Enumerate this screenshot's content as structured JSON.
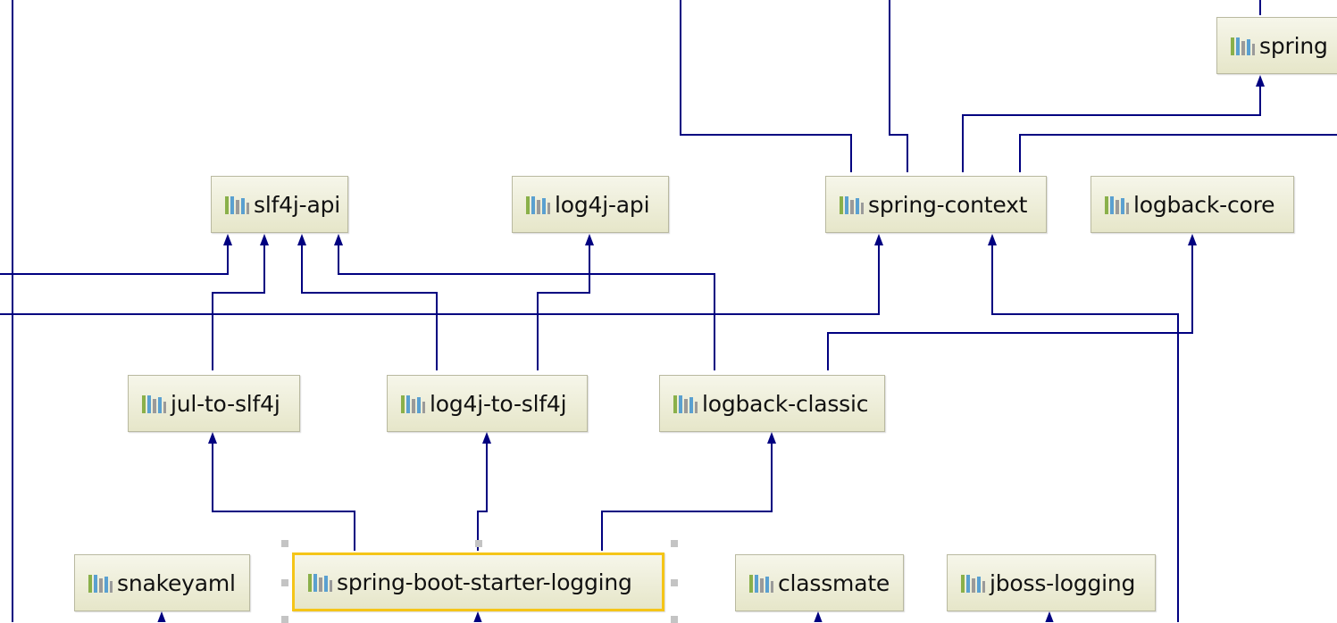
{
  "nodes": {
    "spring": "spring",
    "slf4j_api": "slf4j-api",
    "log4j_api": "log4j-api",
    "spring_context": "spring-context",
    "logback_core": "logback-core",
    "jul_to_slf4j": "jul-to-slf4j",
    "log4j_to_slf4j": "log4j-to-slf4j",
    "logback_classic": "logback-classic",
    "snakeyaml": "snakeyaml",
    "spring_boot_starter_logging": "spring-boot-starter-logging",
    "classmate": "classmate",
    "jboss_logging": "jboss-logging"
  },
  "selected_node": "spring-boot-starter-logging",
  "icon": "library-bars-icon",
  "colors": {
    "edge": "#000080",
    "node_fill_top": "#f6f6ea",
    "node_fill_bottom": "#e6e6c9",
    "selection": "#f5c518"
  }
}
